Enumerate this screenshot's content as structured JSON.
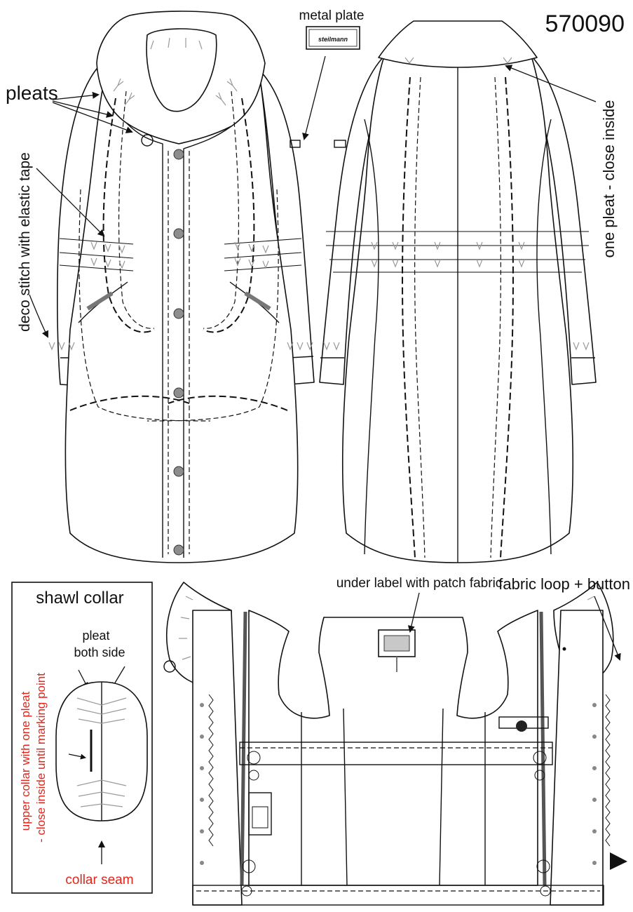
{
  "style_number": "570090",
  "labels": {
    "metal_plate": "metal plate",
    "plate_brand": "steilmann",
    "pleats": "pleats",
    "deco_stitch": "deco stitch with elastic tape",
    "one_pleat": "one pleat  -  close inside",
    "under_label": "under label with patch fabric",
    "fabric_loop": "fabric loop + button"
  },
  "collar_detail": {
    "title": "shawl collar",
    "pleat_line1": "pleat",
    "pleat_line2": "both side",
    "upper_collar_line1": "upper collar with one pleat",
    "upper_collar_line2": "-  close inside until marking point",
    "collar_seam": "collar seam"
  },
  "colors": {
    "line": "#111111",
    "stitch_grey": "#9a9a9a",
    "button_grey": "#8d8d8d",
    "annotation_red": "#e1261c"
  }
}
